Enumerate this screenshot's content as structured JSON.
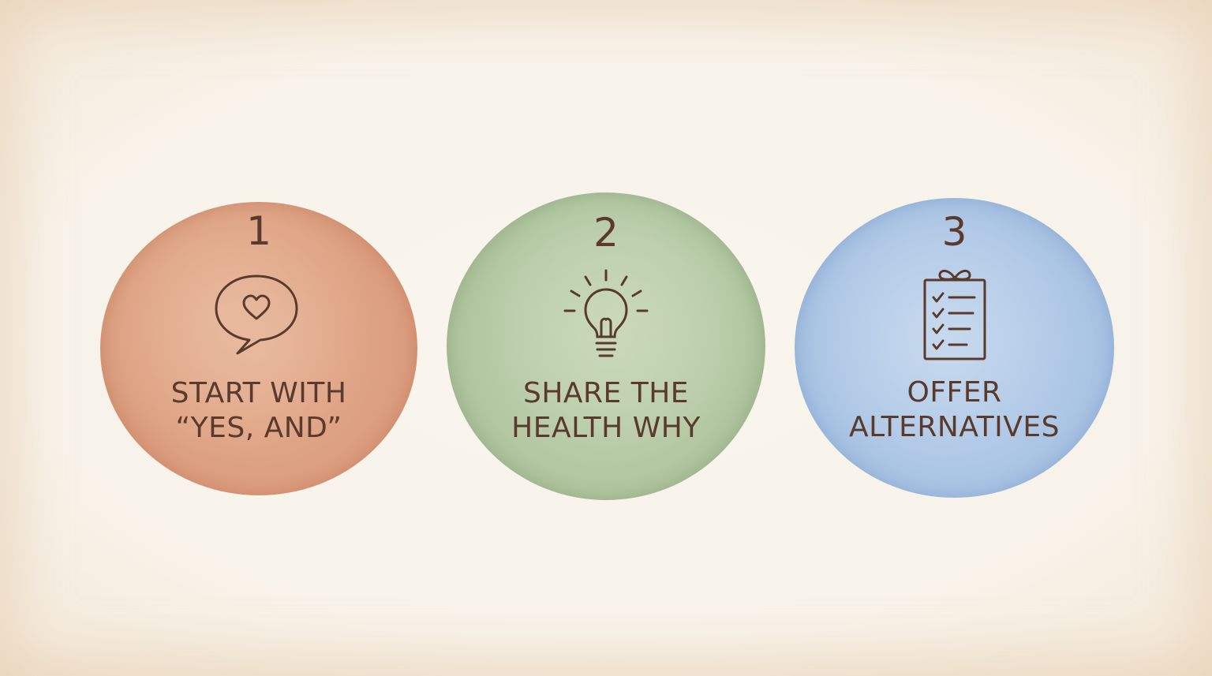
{
  "colors": {
    "ink": "#5a3a2c",
    "step_1": "#dfa485",
    "step_2": "#b7caa6",
    "step_3": "#afc8e6",
    "paper": "#f8f3ea"
  },
  "steps": [
    {
      "number": "1",
      "icon": "heart-speech-bubble-icon",
      "label_line1": "START WITH",
      "label_line2": "“YES, AND”"
    },
    {
      "number": "2",
      "icon": "lightbulb-icon",
      "label_line1": "SHARE THE",
      "label_line2": "HEALTH WHY"
    },
    {
      "number": "3",
      "icon": "gift-checklist-icon",
      "label_line1": "OFFER",
      "label_line2": "ALTERNATIVES"
    }
  ]
}
